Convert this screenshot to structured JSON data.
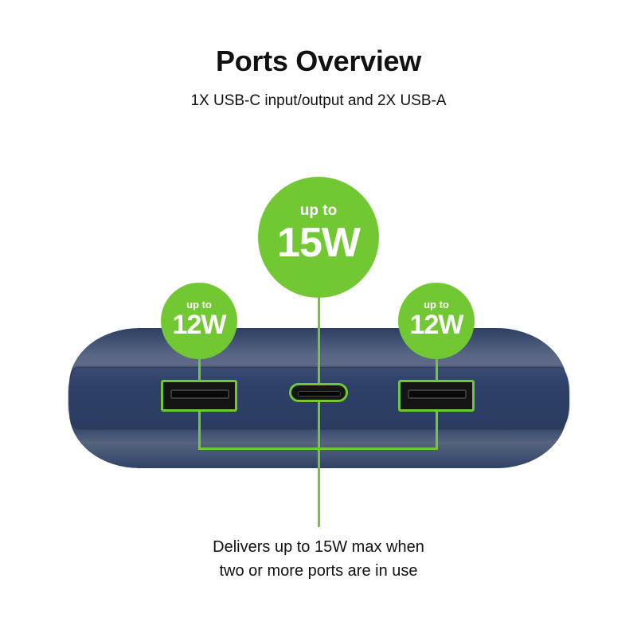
{
  "header": {
    "title": "Ports Overview",
    "subtitle": "1X USB-C input/output and 2X USB-A"
  },
  "ports": [
    {
      "type": "USB-A",
      "position": "left",
      "label_prefix": "up to",
      "power": "12W"
    },
    {
      "type": "USB-C",
      "position": "center",
      "label_prefix": "up to",
      "power": "15W"
    },
    {
      "type": "USB-A",
      "position": "right",
      "label_prefix": "up to",
      "power": "12W"
    }
  ],
  "footnote": {
    "line1": "Delivers up to 15W max when",
    "line2": "two or more ports are in use"
  },
  "colors": {
    "accent_green": "#72c832",
    "device_navy": "#2b3d61",
    "text": "#111111"
  }
}
